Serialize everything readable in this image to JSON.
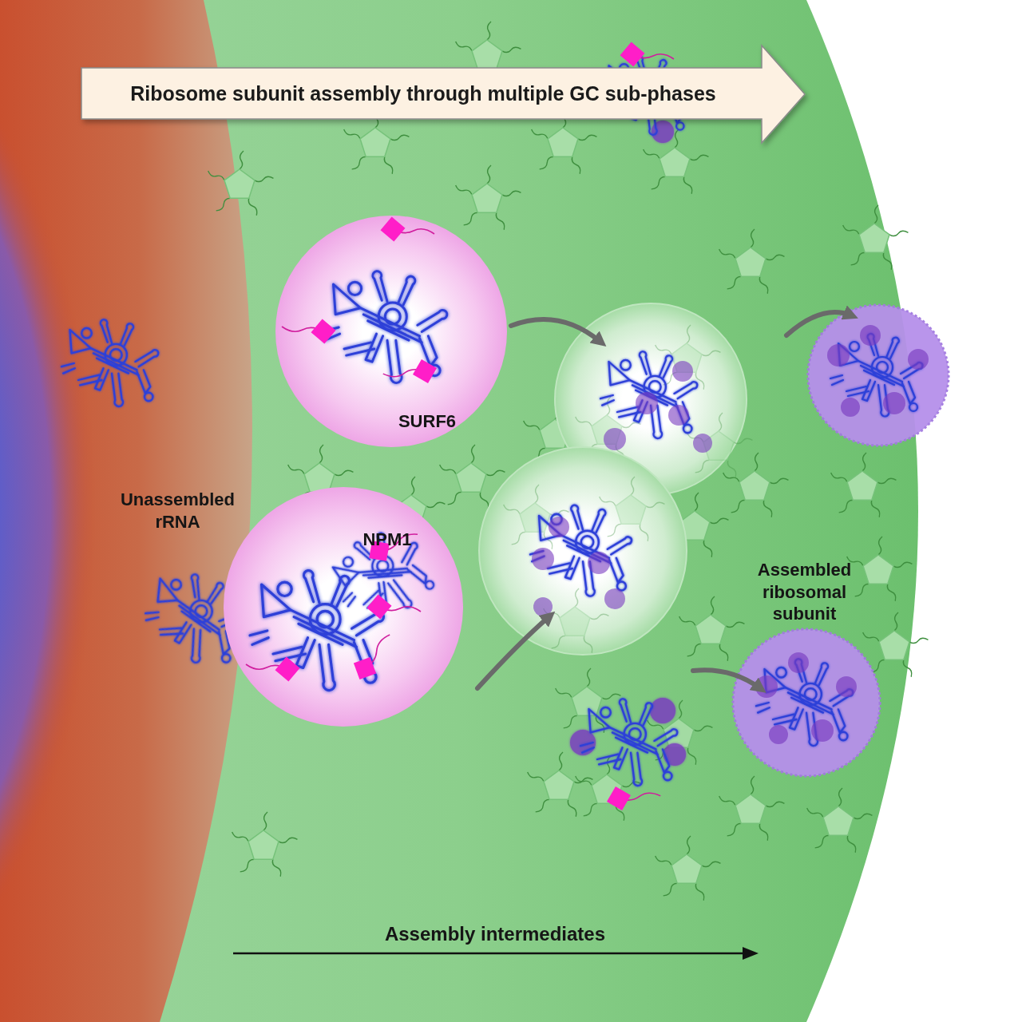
{
  "diagram": {
    "nodes": [
      {
        "text": [
          "Ribosome subunit assembly through multiple GC sub-phases"
        ]
      }
    ],
    "labels": [
      "SURF6",
      "Unassembled rRNA",
      "NPM1",
      "Assembled ribosomal subunit",
      "Assembly intermediates"
    ]
  }
}
